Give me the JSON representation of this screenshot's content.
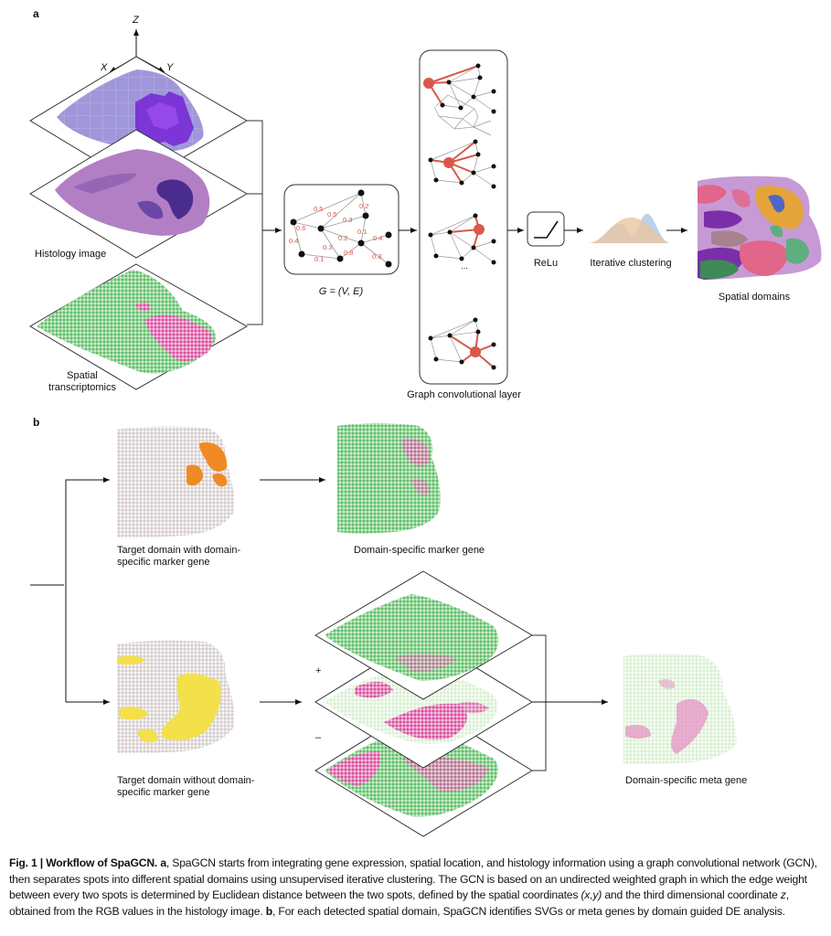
{
  "panel_a": {
    "letter": "a",
    "axes": {
      "z": "Z",
      "x": "X",
      "y": "Y"
    },
    "labels": {
      "histology": "Histology image",
      "spatial_line1": "Spatial",
      "spatial_line2": "transcriptomics",
      "graph": "G = (V, E)",
      "gcl": "Graph convolutional layer",
      "ellipsis": "...",
      "relu": "ReLu",
      "clustering": "Iterative clustering",
      "domains": "Spatial domains"
    },
    "edge_weights": [
      "0.5",
      "0.5",
      "0.2",
      "0.3",
      "0.6",
      "0.4",
      "0.1",
      "0.2",
      "0.4",
      "0.3",
      "0.8",
      "0.3",
      "0.1"
    ]
  },
  "panel_b": {
    "letter": "b",
    "labels": {
      "target_with_1": "Target domain with domain-",
      "target_with_2": "specific marker gene",
      "marker_gene": "Domain-specific marker gene",
      "target_without_1": "Target domain without domain-",
      "target_without_2": "specific marker gene",
      "meta_gene": "Domain-specific meta gene",
      "plus": "+",
      "minus": "–"
    }
  },
  "caption": {
    "fig": "Fig. 1 | Workflow of SpaGCN.",
    "a_letter": "a",
    "a_text": ", SpaGCN starts from integrating gene expression, spatial location, and histology information using a graph convolutional network (GCN), then separates spots into different spatial domains using unsupervised iterative clustering. The GCN is based on an undirected weighted graph in which the edge weight between every two spots is determined by Euclidean distance between the two spots, defined by the spatial coordinates ",
    "xy": "(x,y)",
    "mid_text": " and the third dimensional coordinate ",
    "z": "z",
    "a_text2": ", obtained from the RGB values in the histology image. ",
    "b_letter": "b",
    "b_text": ", For each detected spatial domain, SpaGCN identifies SVGs or meta genes by domain guided DE analysis."
  },
  "colors": {
    "node_highlight": "#d9584a",
    "edge_label": "#d9584a",
    "green_spot": "#6cc97a",
    "pink_spot": "#d94fa0",
    "purple_volume": "#8a7fcf",
    "orange_domain": "#f08a24",
    "yellow_domain": "#f4e04a",
    "grey_tissue": "#d9d2d2"
  }
}
